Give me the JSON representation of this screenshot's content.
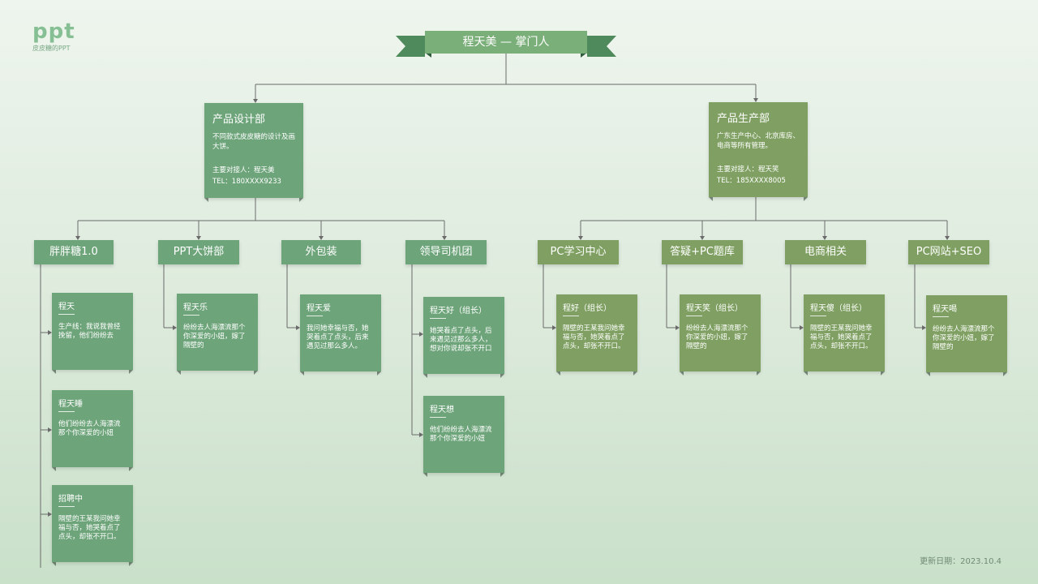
{
  "logo": {
    "mark": "ppt",
    "subtitle": "皮皮糖的PPT"
  },
  "root": {
    "title": "程天美 — 掌门人"
  },
  "departments": [
    {
      "title": "产品设计部",
      "desc": "不同款式皮皮糖的设计及画大饼。",
      "contact": "主要对接人：程天美",
      "tel": "TEL：180XXXX9233",
      "color": "#6da47a"
    },
    {
      "title": "产品生产部",
      "desc": "广东生产中心、北京库房、电商等所有管理。",
      "contact": "主要对接人：程天笑",
      "tel": "TEL：185XXXX8005",
      "color": "#7fa062"
    }
  ],
  "teams": [
    {
      "label": "胖胖糖1.0",
      "color": "#6da47a"
    },
    {
      "label": "PPT大饼部",
      "color": "#6da47a"
    },
    {
      "label": "外包装",
      "color": "#6da47a"
    },
    {
      "label": "领导司机团",
      "color": "#6da47a"
    },
    {
      "label": "PC学习中心",
      "color": "#7fa062"
    },
    {
      "label": "答疑+PC题库",
      "color": "#7fa062"
    },
    {
      "label": "电商相关",
      "color": "#7fa062"
    },
    {
      "label": "PC网站+SEO",
      "color": "#7fa062"
    }
  ],
  "members": [
    {
      "team": 0,
      "name": "程天",
      "desc": "生产线：我说我曾经挽留，他们纷纷去"
    },
    {
      "team": 0,
      "name": "程天睡",
      "desc": "他们纷纷去人海漂流那个你深爱的小妞"
    },
    {
      "team": 0,
      "name": "招聘中",
      "desc": "隔壁的王某我问她幸福与否，她哭着点了点头，却张不开口。"
    },
    {
      "team": 1,
      "name": "程天乐",
      "desc": "纷纷去人海漂流那个你深爱的小妞，嫁了隔壁的"
    },
    {
      "team": 2,
      "name": "程天爱",
      "desc": "我问她幸福与否，她哭着点了点头，后来遇见过那么多人。"
    },
    {
      "team": 3,
      "name": "程天好（组长）",
      "desc": "她哭着点了点头，后来遇见过那么多人，想对你说却张不开口"
    },
    {
      "team": 3,
      "name": "程天想",
      "desc": "他们纷纷去人海漂流那个你深爱的小妞"
    },
    {
      "team": 4,
      "name": "程好（组长）",
      "desc": "隔壁的王某我问她幸福与否，她哭着点了点头，却张不开口。"
    },
    {
      "team": 5,
      "name": "程天笑（组长）",
      "desc": "纷纷去人海漂流那个你深爱的小妞，嫁了隔壁的"
    },
    {
      "team": 6,
      "name": "程天傻（组长）",
      "desc": "隔壁的王某我问她幸福与否，她哭着点了点头，却张不开口。"
    },
    {
      "team": 7,
      "name": "程天喝",
      "desc": "纷纷去人海漂流那个你深爱的小妞，嫁了隔壁的"
    }
  ],
  "footer": {
    "updated": "更新日期：2023.10.4"
  },
  "colors": {
    "green": "#6da47a",
    "olive": "#7fa062",
    "wire": "#6b6b6b"
  }
}
